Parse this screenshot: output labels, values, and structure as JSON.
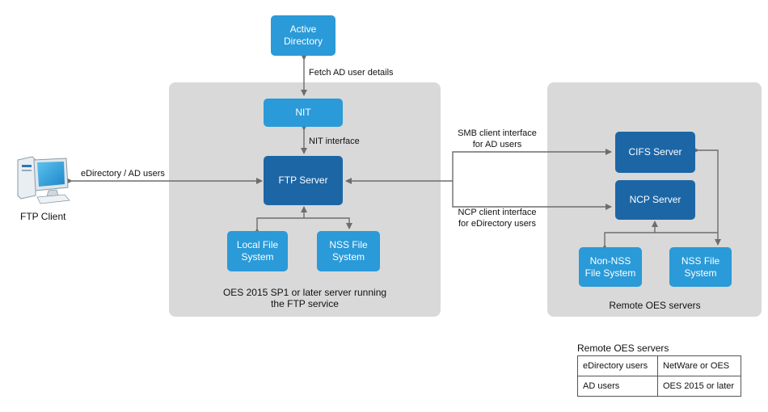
{
  "nodes": {
    "active_directory": "Active\nDirectory",
    "nit": "NIT",
    "ftp_server": "FTP Server",
    "local_fs": "Local File\nSystem",
    "nss_fs": "NSS File\nSystem",
    "cifs_server": "CIFS Server",
    "ncp_server": "NCP Server",
    "non_nss_fs": "Non-NSS\nFile System",
    "remote_nss_fs": "NSS File\nSystem",
    "ftp_client": "FTP Client"
  },
  "edges": {
    "fetch_ad": "Fetch AD user details",
    "nit_interface": "NIT interface",
    "client_link": "eDirectory / AD users",
    "smb": "SMB client interface\nfor AD users",
    "ncp": "NCP client interface\nfor eDirectory users"
  },
  "panels": {
    "oes_server": "OES 2015 SP1 or later server running\nthe FTP service",
    "remote": "Remote OES servers"
  },
  "legend": {
    "title": "Remote OES servers",
    "rows": [
      [
        "eDirectory users",
        "NetWare or OES"
      ],
      [
        "AD users",
        "OES 2015 or later"
      ]
    ]
  },
  "colors": {
    "light_box": "#2a9ad8",
    "dark_box": "#1c66a6",
    "panel": "#d9d9d9",
    "connector": "#6d6d6d"
  }
}
